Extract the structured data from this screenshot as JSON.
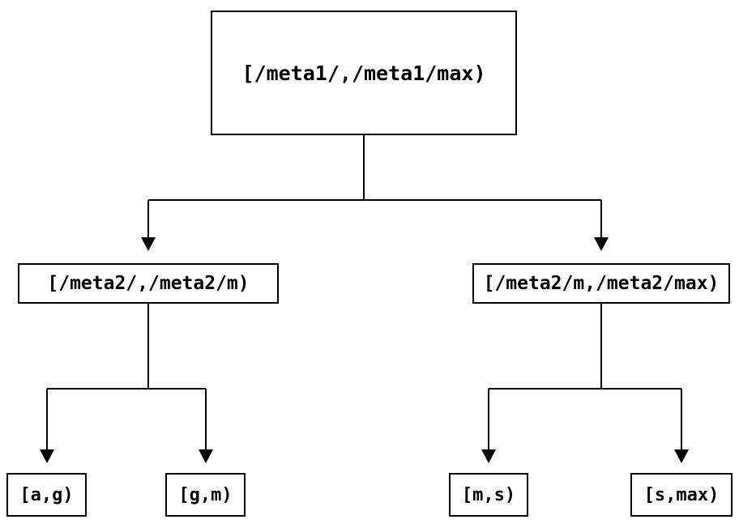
{
  "diagram": {
    "type": "tree",
    "root": {
      "label": "[/meta1/,/meta1/max)"
    },
    "level2": [
      {
        "label": "[/meta2/,/meta2/m)",
        "parent": "[/meta1/,/meta1/max)"
      },
      {
        "label": "[/meta2/m,/meta2/max)",
        "parent": "[/meta1/,/meta1/max)"
      }
    ],
    "leaves": [
      {
        "label": "[a,g)",
        "parent": "[/meta2/,/meta2/m)"
      },
      {
        "label": "[g,m)",
        "parent": "[/meta2/,/meta2/m)"
      },
      {
        "label": "[m,s)",
        "parent": "[/meta2/m,/meta2/max)"
      },
      {
        "label": "[s,max)",
        "parent": "[/meta2/m,/meta2/max)"
      }
    ],
    "colors": {
      "background": "#ffffff",
      "line": "#000000",
      "box_border": "#000000",
      "text": "#000000"
    }
  }
}
